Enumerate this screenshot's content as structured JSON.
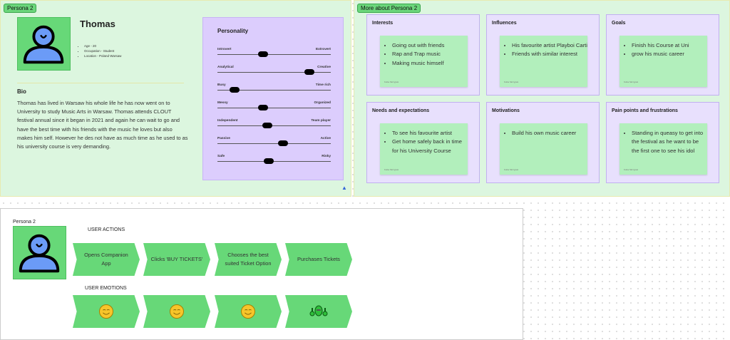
{
  "persona": {
    "tag": "Persona 2",
    "name": "Thomas",
    "facts": [
      "Age - 20",
      "Occupation - Student",
      "Location - Poland Warsaw"
    ],
    "bio_title": "Bio",
    "bio": "Thomas has lived in Warsaw his whole life he has now went on to University to study Music Arts in Warsaw. Thomas attends CLOUT festival annual since it began in 2021 and again he can wait to go and have the best time with his friends with the music he loves but also makes him self. However he des not have as much time as he used to as his university course is very demanding."
  },
  "personality": {
    "title": "Personality",
    "sliders": [
      {
        "left": "Introvert",
        "right": "Extrovert",
        "value": 0.4
      },
      {
        "left": "Analytical",
        "right": "Creative",
        "value": 0.81
      },
      {
        "left": "Busy",
        "right": "Time rich",
        "value": 0.15
      },
      {
        "left": "Messy",
        "right": "Organized",
        "value": 0.4
      },
      {
        "left": "Independent",
        "right": "Team player",
        "value": 0.44
      },
      {
        "left": "Passive",
        "right": "Active",
        "value": 0.58
      },
      {
        "left": "Safe",
        "right": "Risky",
        "value": 0.45
      }
    ]
  },
  "more": {
    "tag": "More about Persona 2",
    "author": "Kuba Skrzypek",
    "cards": [
      {
        "title": "Interests",
        "items": [
          "Going out with friends",
          "Rap and Trap  music",
          "Making music himself"
        ]
      },
      {
        "title": "Influences",
        "items": [
          "His favourite artist Playboi Carti",
          "Friends with similar interest"
        ]
      },
      {
        "title": "Goals",
        "items": [
          "Finish his Course at Uni",
          "grow his music career"
        ]
      },
      {
        "title": "Needs and expectations",
        "items": [
          "To see his favourite artist",
          "Get home safely back in time for his  University Course"
        ]
      },
      {
        "title": "Motivations",
        "items": [
          "Build his own music career"
        ]
      },
      {
        "title": "Pain points and frustrations",
        "items": [
          "Standing in queasy to get into the festival as he want to be the first one to see his idol"
        ]
      }
    ]
  },
  "journey": {
    "persona_label": "Persona 2",
    "actions_label": "USER ACTIONS",
    "emotions_label": "USER EMOTIONS",
    "actions": [
      "Opens Companion App",
      "Clicks 'BUY TICKETS'",
      "Chooses the best suited Ticket Option",
      "Purchases Tickets"
    ],
    "emotions": [
      "smiling-face",
      "smiling-face",
      "smiling-face",
      "celebrating-alien"
    ]
  }
}
